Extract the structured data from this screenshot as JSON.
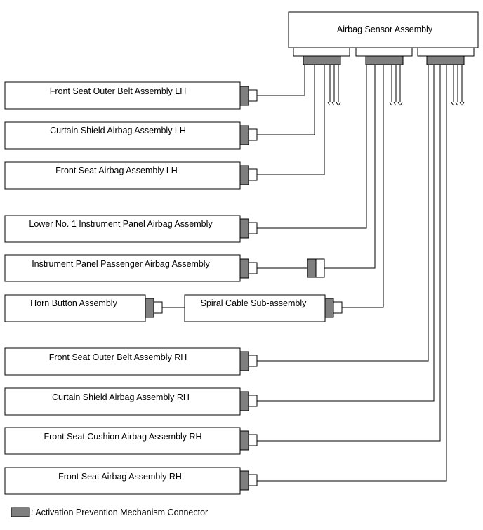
{
  "ecu": {
    "label": "Airbag Sensor Assembly"
  },
  "components": [
    {
      "id": "front-seat-outer-belt-lh",
      "label": "Front Seat Outer Belt Assembly LH"
    },
    {
      "id": "curtain-shield-airbag-lh",
      "label": "Curtain Shield Airbag Assembly LH"
    },
    {
      "id": "front-seat-airbag-lh",
      "label": "Front Seat Airbag Assembly LH"
    },
    {
      "id": "lower-no1-instrument-panel-airbag",
      "label": "Lower No. 1 Instrument Panel Airbag Assembly"
    },
    {
      "id": "instrument-panel-passenger-airbag",
      "label": "Instrument Panel Passenger Airbag Assembly"
    },
    {
      "id": "horn-button",
      "label": "Horn Button Assembly"
    },
    {
      "id": "spiral-cable",
      "label": "Spiral Cable Sub-assembly"
    },
    {
      "id": "front-seat-outer-belt-rh",
      "label": "Front Seat Outer Belt Assembly RH"
    },
    {
      "id": "curtain-shield-airbag-rh",
      "label": "Curtain Shield Airbag Assembly RH"
    },
    {
      "id": "front-seat-cushion-airbag-rh",
      "label": "Front Seat Cushion Airbag Assembly RH"
    },
    {
      "id": "front-seat-airbag-rh",
      "label": "Front Seat Airbag Assembly RH"
    }
  ],
  "legend": {
    "label": ": Activation Prevention Mechanism Connector"
  },
  "colors": {
    "connector_fill": "#7f7f7f",
    "line": "#000000",
    "background": "#ffffff"
  }
}
